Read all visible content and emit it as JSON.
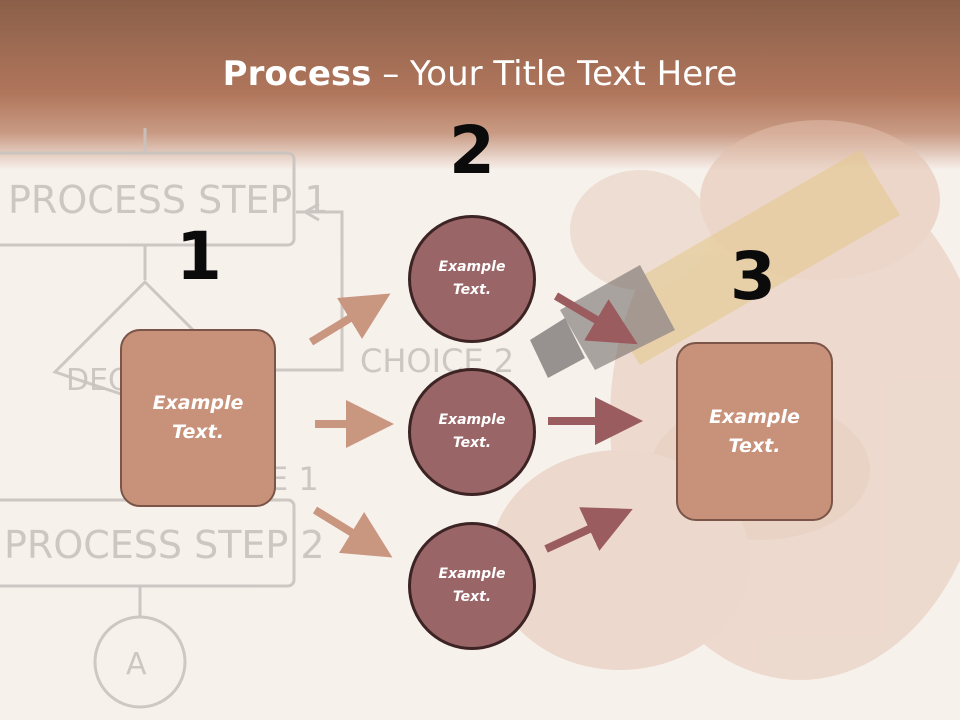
{
  "title": {
    "bold": "Process",
    "dash": " – ",
    "rest": "Your Title Text Here"
  },
  "steps": [
    {
      "number": "1"
    },
    {
      "number": "2"
    },
    {
      "number": "3"
    }
  ],
  "left_box": {
    "text": "Example\nText."
  },
  "circles": [
    {
      "text": "Example\nText."
    },
    {
      "text": "Example\nText."
    },
    {
      "text": "Example\nText."
    }
  ],
  "right_box": {
    "text": "Example\nText."
  },
  "background_sketch": {
    "labels": [
      "PROCESS STEP 1",
      "PROCESS STEP 2",
      "DEC",
      "CHOICE 2",
      "E 1",
      "A"
    ]
  },
  "colors": {
    "header_band": "#b0765c",
    "box_fill": "#c8917a",
    "circle_fill": "#9a6567",
    "arrow_light": "#c99680",
    "arrow_dark": "#9a5c5e"
  }
}
